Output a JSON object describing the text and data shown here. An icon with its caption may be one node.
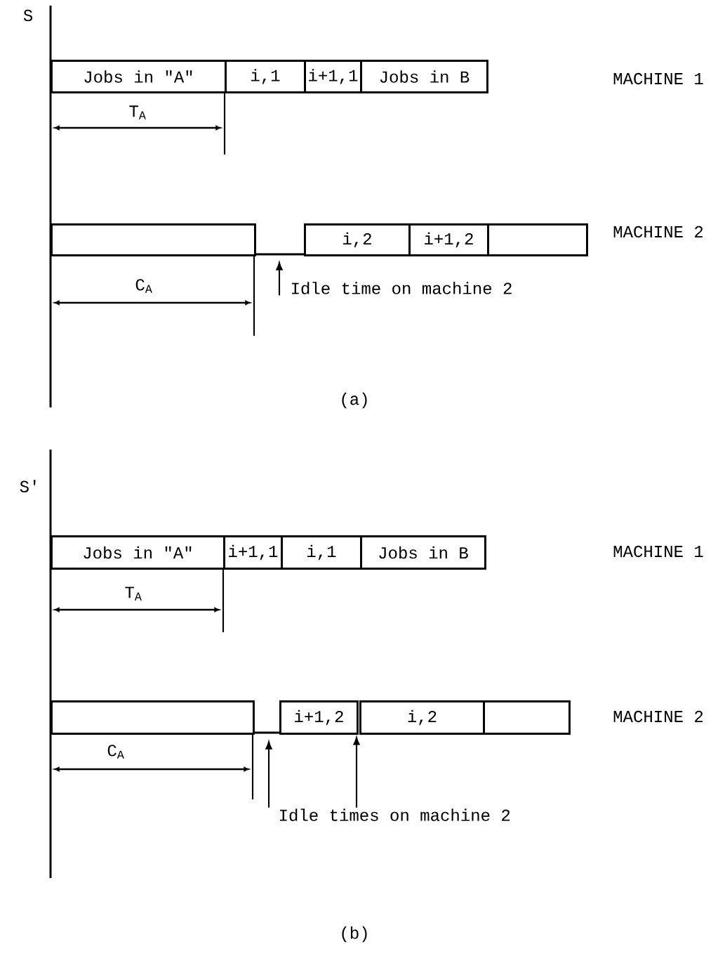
{
  "diagram": {
    "nodes": [
      {
        "text": [
          "Jobs in \"A\""
        ]
      },
      {
        "text": [
          "i,1"
        ]
      },
      {
        "text": [
          "i+1,1"
        ]
      },
      {
        "text": [
          "Jobs in B"
        ]
      },
      {
        "text": [],
        "shape": "box"
      },
      {
        "text": [
          "i,2"
        ]
      },
      {
        "text": [
          "i+1,2"
        ]
      },
      {
        "text": [],
        "shape": "box"
      },
      {
        "text": [
          "Idle time on machine 2"
        ]
      },
      {
        "text": [
          "Jobs in \"A\""
        ]
      },
      {
        "text": [
          "i+1,1"
        ]
      },
      {
        "text": [
          "i,1"
        ]
      },
      {
        "text": [
          "Jobs in B"
        ]
      },
      {
        "text": [],
        "shape": "box"
      },
      {
        "text": [
          "i+1,2"
        ]
      },
      {
        "text": [
          "i,2"
        ]
      },
      {
        "text": [],
        "shape": "box"
      },
      {
        "text": [
          "Idle times on machine 2"
        ]
      }
    ],
    "edges": [
      {
        "from": 8,
        "to": null,
        "arrow": "to"
      },
      {
        "from": 17,
        "to": null,
        "arrow": "to"
      },
      {
        "from": 17,
        "to": 14,
        "arrow": "to"
      }
    ],
    "labels": [
      "S",
      "MACHINE 1",
      "T$_{A}$",
      "MACHINE 2",
      "C$_{A}$",
      "(a)",
      "S'",
      "MACHINE 1",
      "T$_{A}$",
      "MACHINE 2",
      "C$_{A}$",
      "(b)"
    ]
  }
}
